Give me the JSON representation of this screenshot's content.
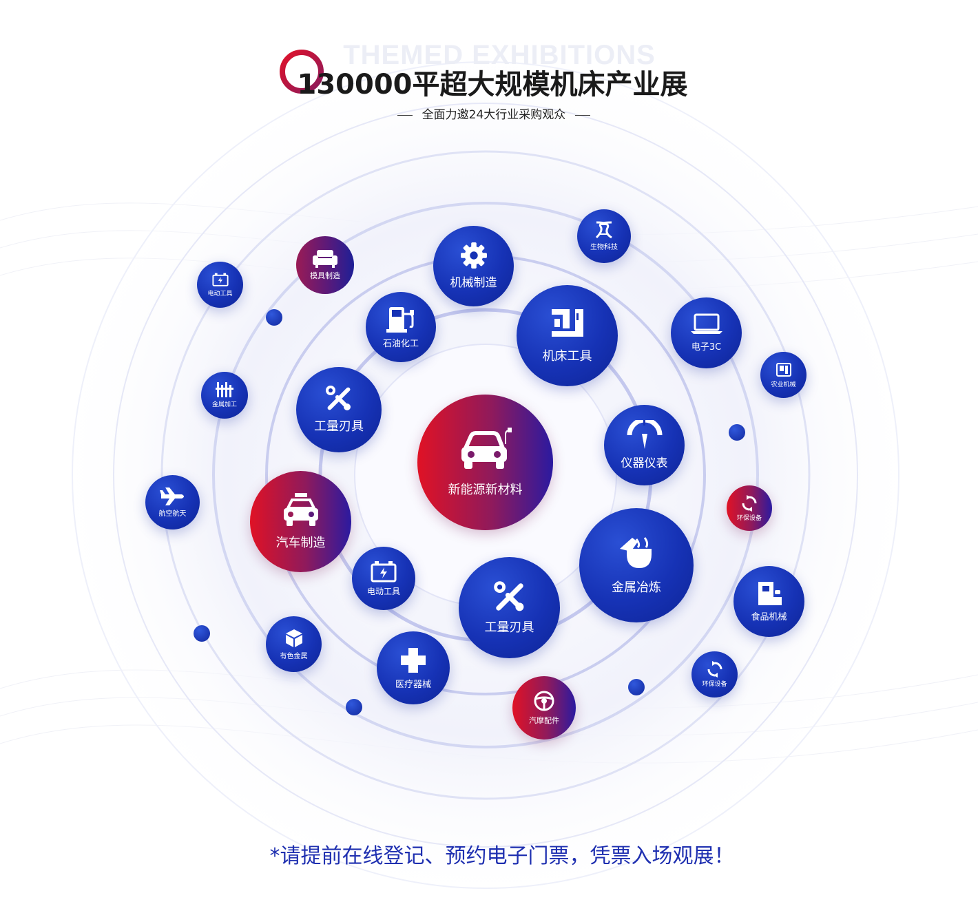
{
  "header": {
    "bg_text": "THEMED EXHIBITIONS",
    "title": "130000平超大规模机床产业展",
    "subtitle": "全面力邀24大行业采购观众"
  },
  "colors": {
    "accent_blue": "#1632b5",
    "accent_red": "#e01225",
    "footer_text": "#1e2fb0"
  },
  "bubbles": {
    "center": {
      "label": "新能源新材料",
      "icon": "ev-car-icon"
    },
    "jixie": {
      "label": "机械制造",
      "icon": "gear-icon"
    },
    "jichuang": {
      "label": "机床工具",
      "icon": "machine-tool-icon"
    },
    "shiyou": {
      "label": "石油化工",
      "icon": "fuel-pump-icon"
    },
    "gongliang1": {
      "label": "工量刃具",
      "icon": "tools-icon"
    },
    "yiqi": {
      "label": "仪器仪表",
      "icon": "gauge-icon"
    },
    "qiche": {
      "label": "汽车制造",
      "icon": "taxi-icon"
    },
    "jinshu_yelian": {
      "label": "金属冶炼",
      "icon": "smelting-icon"
    },
    "gongliang2": {
      "label": "工量刃具",
      "icon": "tools-icon"
    },
    "diandong2": {
      "label": "电动工具",
      "icon": "battery-icon"
    },
    "yiliao": {
      "label": "医疗器械",
      "icon": "medical-cross-icon"
    },
    "qipei": {
      "label": "汽摩配件",
      "icon": "steering-wheel-icon"
    },
    "muju": {
      "label": "模具制造",
      "icon": "sofa-icon"
    },
    "diandong1": {
      "label": "电动工具",
      "icon": "battery-icon"
    },
    "shengwu": {
      "label": "生物科技",
      "icon": "dna-icon"
    },
    "dianzi": {
      "label": "电子3C",
      "icon": "laptop-icon"
    },
    "nongye": {
      "label": "农业机械",
      "icon": "tractor-icon"
    },
    "jinshu_jiagong": {
      "label": "金属加工",
      "icon": "factory-icon"
    },
    "hangkong": {
      "label": "航空航天",
      "icon": "airplane-icon"
    },
    "huanbao1": {
      "label": "环保设备",
      "icon": "recycle-icon"
    },
    "shipin": {
      "label": "食品机械",
      "icon": "food-machine-icon"
    },
    "huanbao2": {
      "label": "环保设备",
      "icon": "recycle-icon"
    },
    "youse": {
      "label": "有色金属",
      "icon": "cube-icon"
    }
  },
  "footer": {
    "notice": "*请提前在线登记、预约电子门票，凭票入场观展！"
  }
}
